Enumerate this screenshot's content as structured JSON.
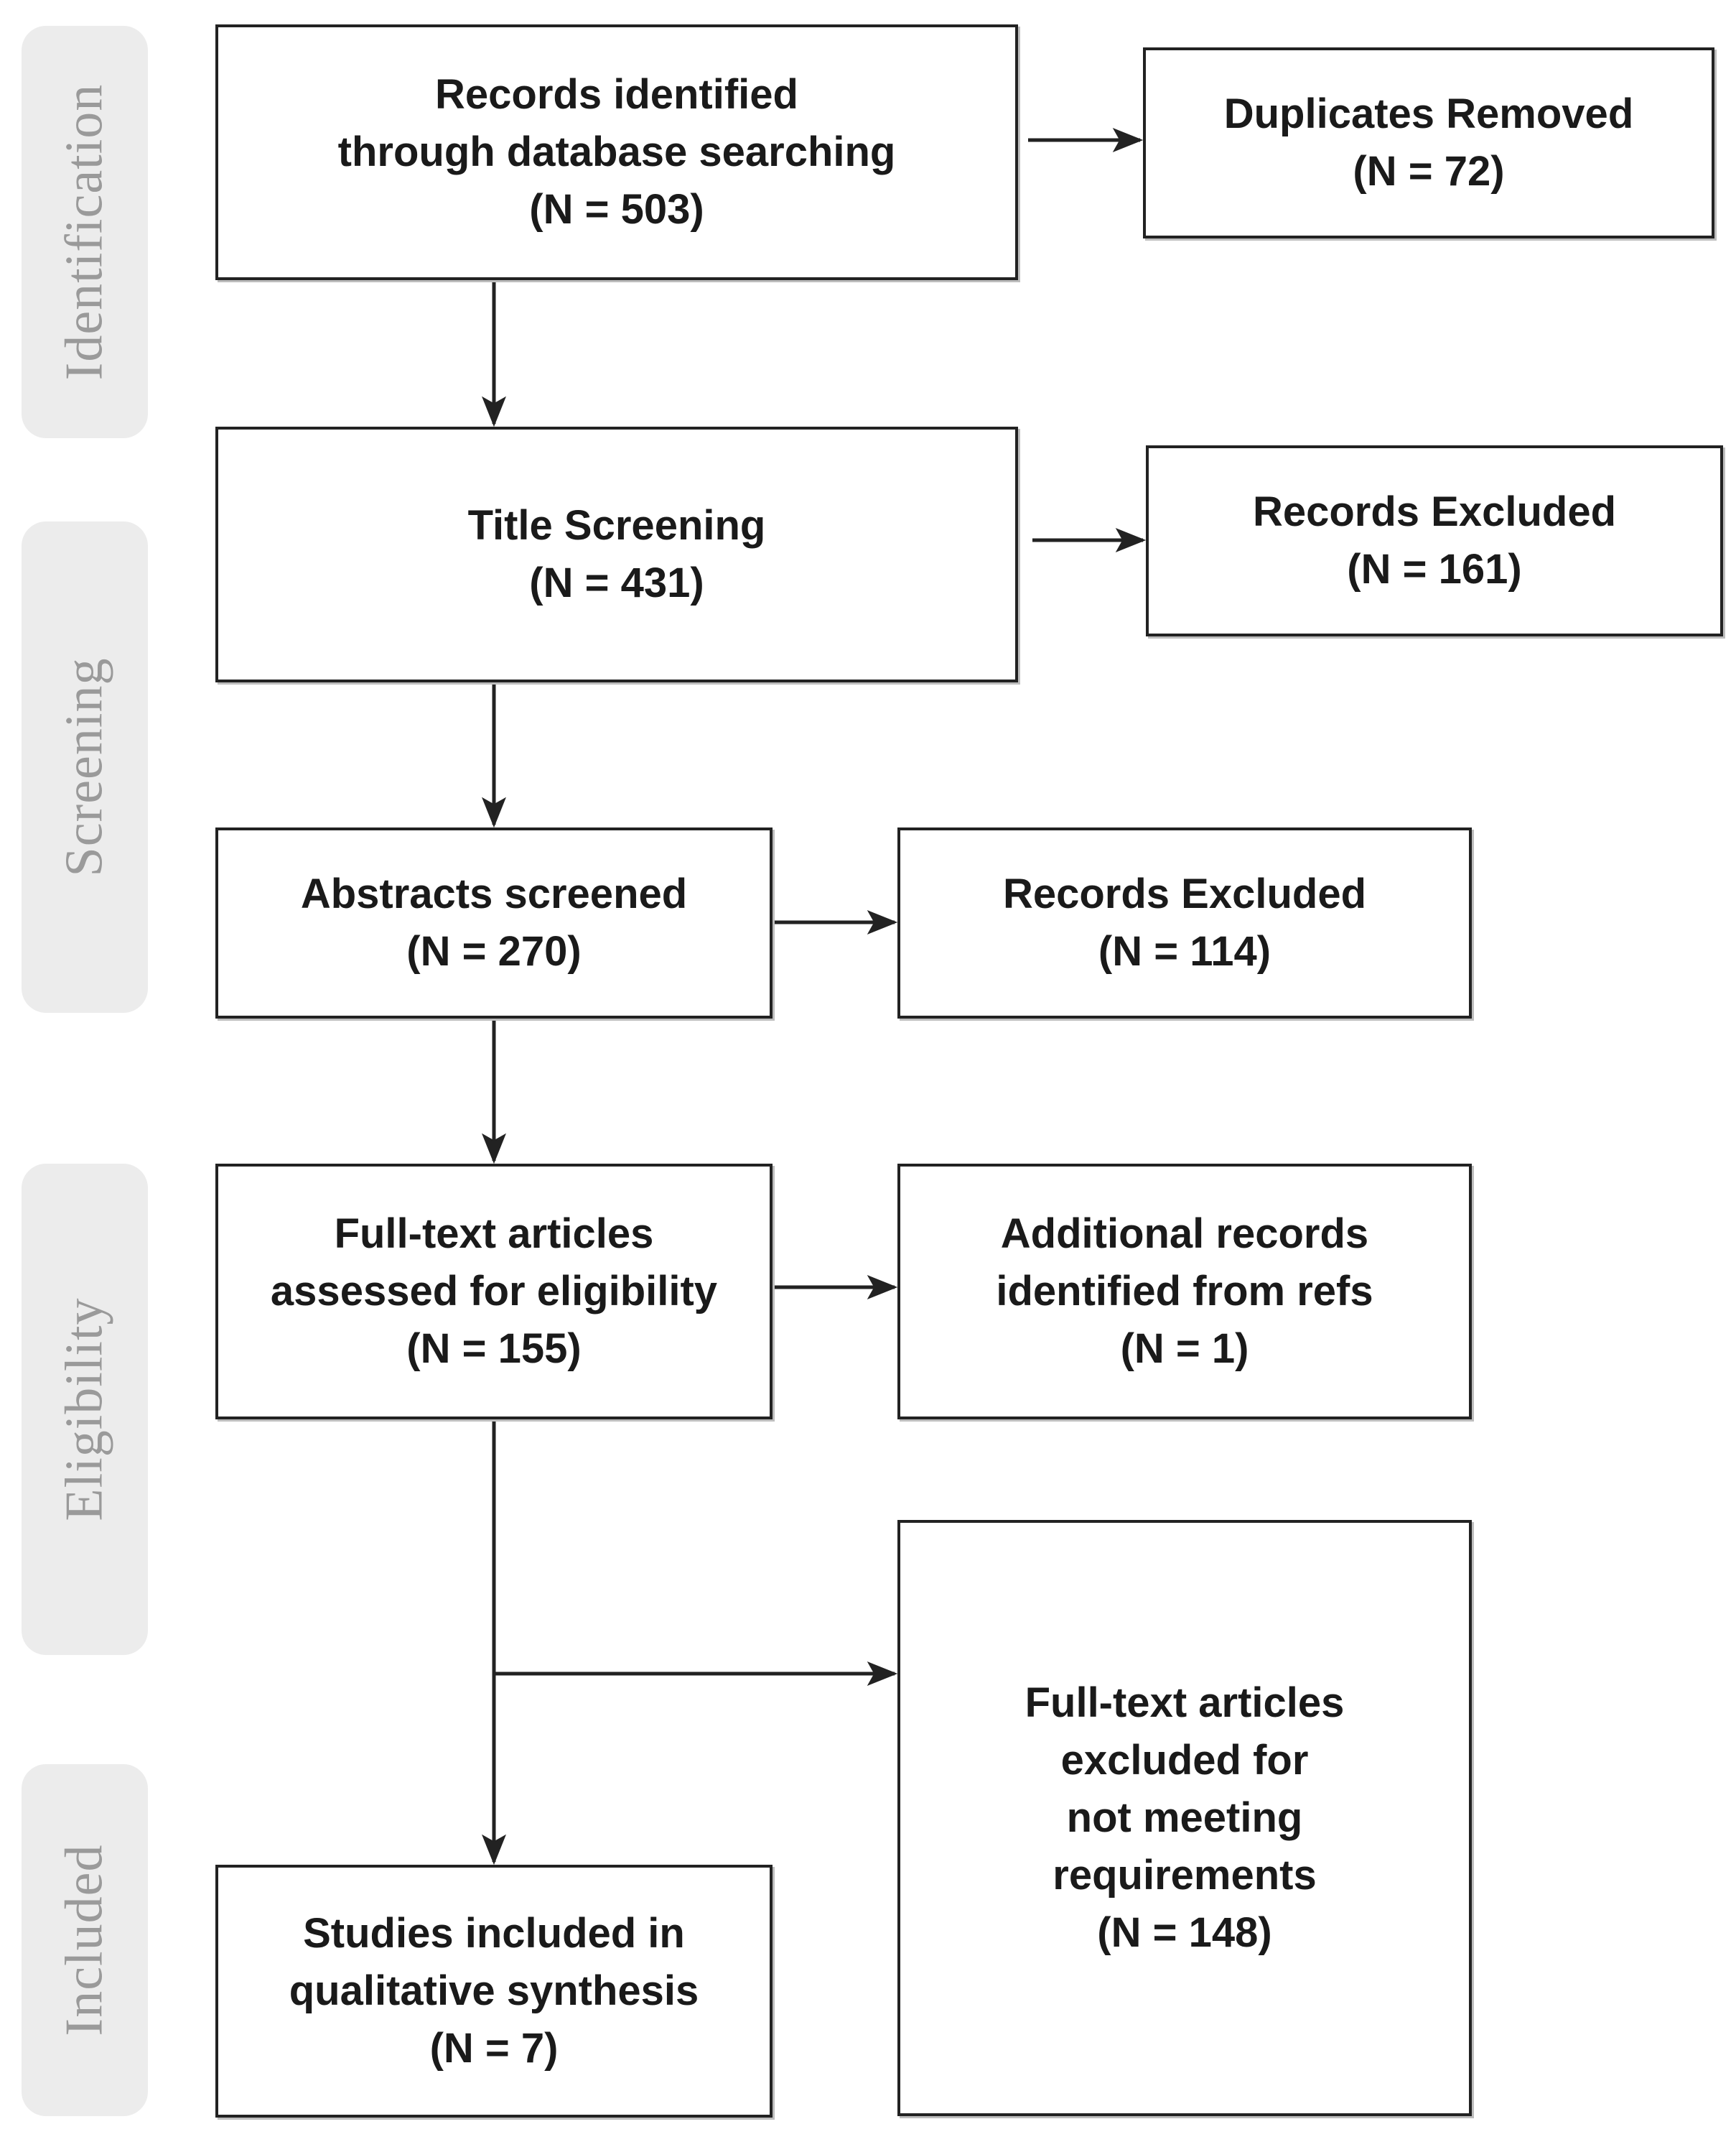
{
  "phases": {
    "identification": "Identification",
    "screening": "Screening",
    "eligibility": "Eligibility",
    "included": "Included"
  },
  "boxes": {
    "records_identified": {
      "title": "Records identified\nthrough database searching",
      "count": "(N = 503)"
    },
    "duplicates_removed": {
      "title": "Duplicates Removed",
      "count": "(N = 72)"
    },
    "title_screening": {
      "title": "Title Screening",
      "count": "(N = 431)"
    },
    "records_excluded_title": {
      "title": "Records Excluded",
      "count": "(N = 161)"
    },
    "abstracts_screened": {
      "title": "Abstracts screened",
      "count": "(N = 270)"
    },
    "records_excluded_abstract": {
      "title": "Records Excluded",
      "count": "(N = 114)"
    },
    "fulltext_assessed": {
      "title": "Full-text articles\nassessed for eligibility",
      "count": "(N = 155)"
    },
    "additional_records": {
      "title": "Additional records\nidentified from refs",
      "count": "(N = 1)"
    },
    "fulltext_excluded": {
      "title": "Full-text articles\nexcluded for\nnot meeting\nrequirements",
      "count": "(N = 148)"
    },
    "studies_included": {
      "title": "Studies included in\nqualitative synthesis",
      "count": "(N = 7)"
    }
  },
  "colors": {
    "box_border": "#222222",
    "arrow": "#222222",
    "phase_background": "#ececec",
    "phase_text": "#9a9a9a"
  }
}
